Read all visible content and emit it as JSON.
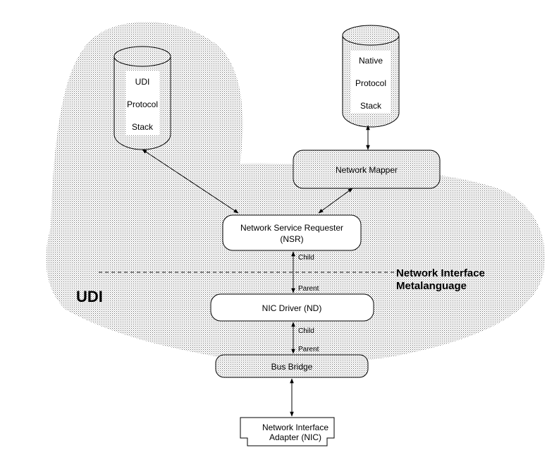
{
  "diagram": {
    "udi_stack": [
      "UDI",
      "Protocol",
      "Stack"
    ],
    "native_stack": [
      "Native",
      "Protocol",
      "Stack"
    ],
    "network_mapper": "Network Mapper",
    "nsr": [
      "Network Service Requester",
      "(NSR)"
    ],
    "nic_driver": "NIC Driver (ND)",
    "bus_bridge": "Bus Bridge",
    "nic_adapter": [
      "Network Interface",
      "Adapter (NIC)"
    ],
    "region_udi": "UDI",
    "region_metalanguage": [
      "Network Interface",
      "Metalanguage"
    ],
    "child_label": "Child",
    "parent_label": "Parent",
    "colors": {
      "fill_stipple": "#c8c8c8",
      "stroke": "#000000",
      "background": "#ffffff"
    }
  }
}
